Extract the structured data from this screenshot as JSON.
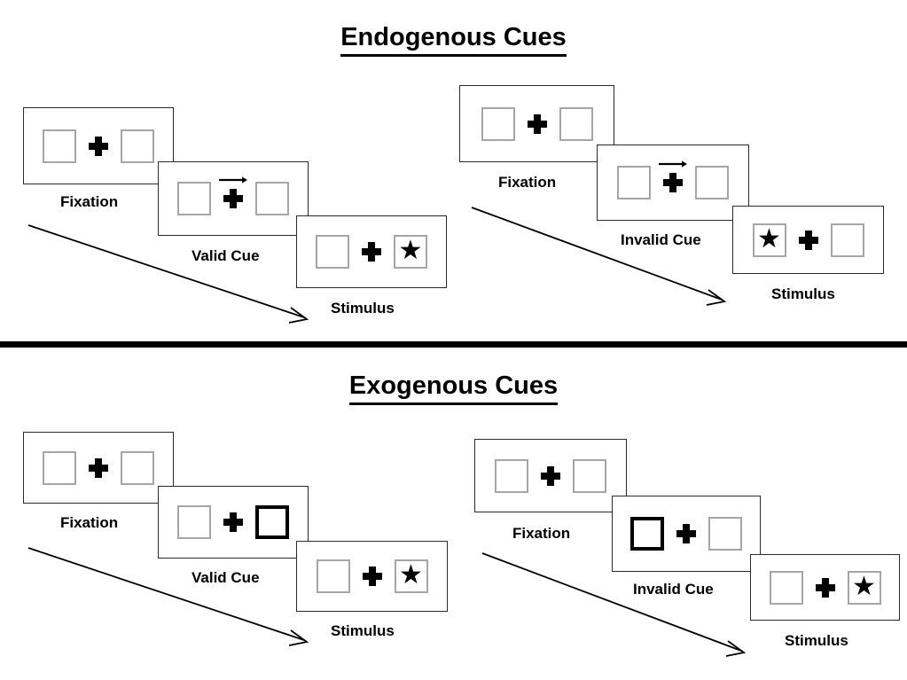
{
  "page": {
    "background": "#ffffff",
    "ink": "#000000",
    "box_border_color": "#a6a6a6",
    "frame_border_color": "#2a2a2a",
    "cued_box_border_color": "#000000"
  },
  "sections": [
    {
      "id": "endogenous",
      "title": "Endogenous Cues",
      "panels": [
        {
          "id": "endo-valid",
          "label_fixation": "Fixation",
          "label_cue": "Valid Cue",
          "label_stimulus": "Stimulus",
          "cue_type": "arrow",
          "cue_direction": "right",
          "cue_side": "right",
          "target_side": "right",
          "validity": "valid"
        },
        {
          "id": "endo-invalid",
          "label_fixation": "Fixation",
          "label_cue": "Invalid Cue",
          "label_stimulus": "Stimulus",
          "cue_type": "arrow",
          "cue_direction": "right",
          "cue_side": "right",
          "target_side": "left",
          "validity": "invalid"
        }
      ]
    },
    {
      "id": "exogenous",
      "title": "Exogenous Cues",
      "panels": [
        {
          "id": "exo-valid",
          "label_fixation": "Fixation",
          "label_cue": "Valid Cue",
          "label_stimulus": "Stimulus",
          "cue_type": "box-flash",
          "cue_direction": "",
          "cue_side": "right",
          "target_side": "right",
          "validity": "valid"
        },
        {
          "id": "exo-invalid",
          "label_fixation": "Fixation",
          "label_cue": "Invalid Cue",
          "label_stimulus": "Stimulus",
          "cue_type": "box-flash",
          "cue_direction": "",
          "cue_side": "left",
          "target_side": "right",
          "validity": "invalid"
        }
      ]
    }
  ],
  "glyphs": {
    "star": "★",
    "fixation_cross": "plus-cross-icon",
    "cue_arrow": "arrow-right-icon",
    "sequence_arrow": "time-sequence-arrow-icon"
  }
}
